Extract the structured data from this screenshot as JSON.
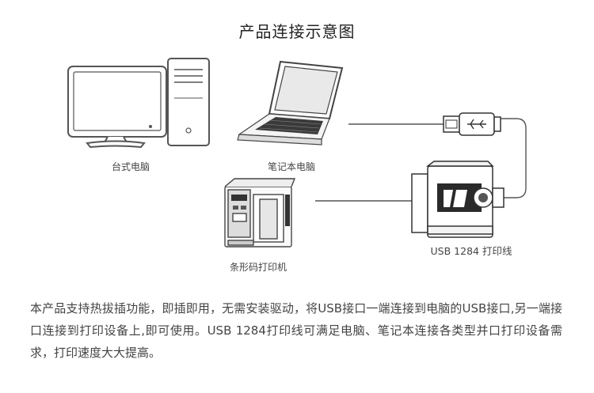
{
  "title": "产品连接示意图",
  "labels": {
    "desktop": "台式电脑",
    "laptop": "笔记本电脑",
    "printer": "条形码打印机",
    "cable": "USB 1284 打印线"
  },
  "description": "本产品支持热拔插功能，即插即用，无需安装驱动，将USB接口一端连接到电脑的USB接口,另一端接口连接到打印设备上,即可使用。USB 1284打印线可满足电脑、笔记本连接各类型并口打印设备需求，打印速度大大提高。",
  "colors": {
    "line": "#555555",
    "accent": "#2a2a2a"
  }
}
